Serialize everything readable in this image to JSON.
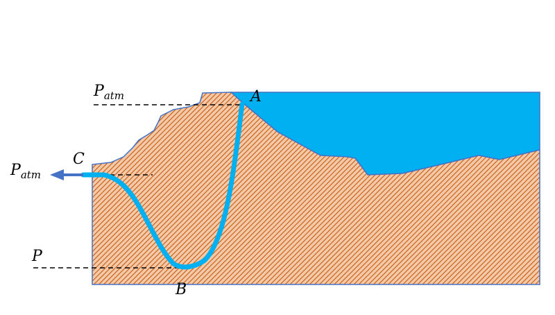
{
  "labels": {
    "patm_top": {
      "main": "P",
      "sub": "atm"
    },
    "patm_left": {
      "main": "P",
      "sub": "atm"
    },
    "point_a": "A",
    "point_b": "B",
    "point_c": "C",
    "pressure_p": "P"
  },
  "colors": {
    "water": "#00b0f0",
    "soil_fill": "#f4c9a8",
    "soil_hatch": "#c55a11",
    "outline": "#4472c4",
    "arrow": "#4472c4",
    "dashed_line": "#000000"
  }
}
